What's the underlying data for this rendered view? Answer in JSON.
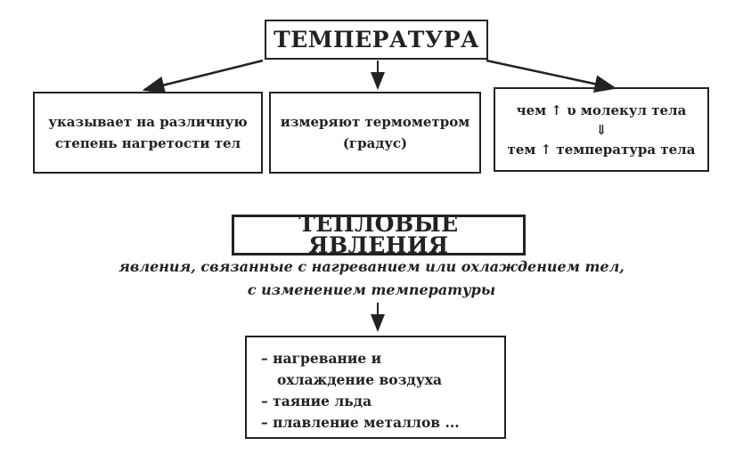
{
  "temperature": {
    "title": "ТЕМПЕРАТУРА",
    "boxes": [
      {
        "line1": "указывает на различную",
        "line2": "степень нагретости тел"
      },
      {
        "line1": "измеряют термометром",
        "line2": "(градус)"
      },
      {
        "line1": "чем ↑ υ молекул тела",
        "arrow": "⇓",
        "line2": "тем ↑ температура тела"
      }
    ]
  },
  "phenomena": {
    "title": "ТЕПЛОВЫЕ ЯВЛЕНИЯ",
    "definition_line1": "явления, связанные с нагреванием или охлаждением тел,",
    "definition_line2": "с изменением температуры",
    "examples": [
      "– нагревание и",
      "охлаждение воздуха",
      "– таяние льда",
      "– плавление металлов ..."
    ]
  }
}
